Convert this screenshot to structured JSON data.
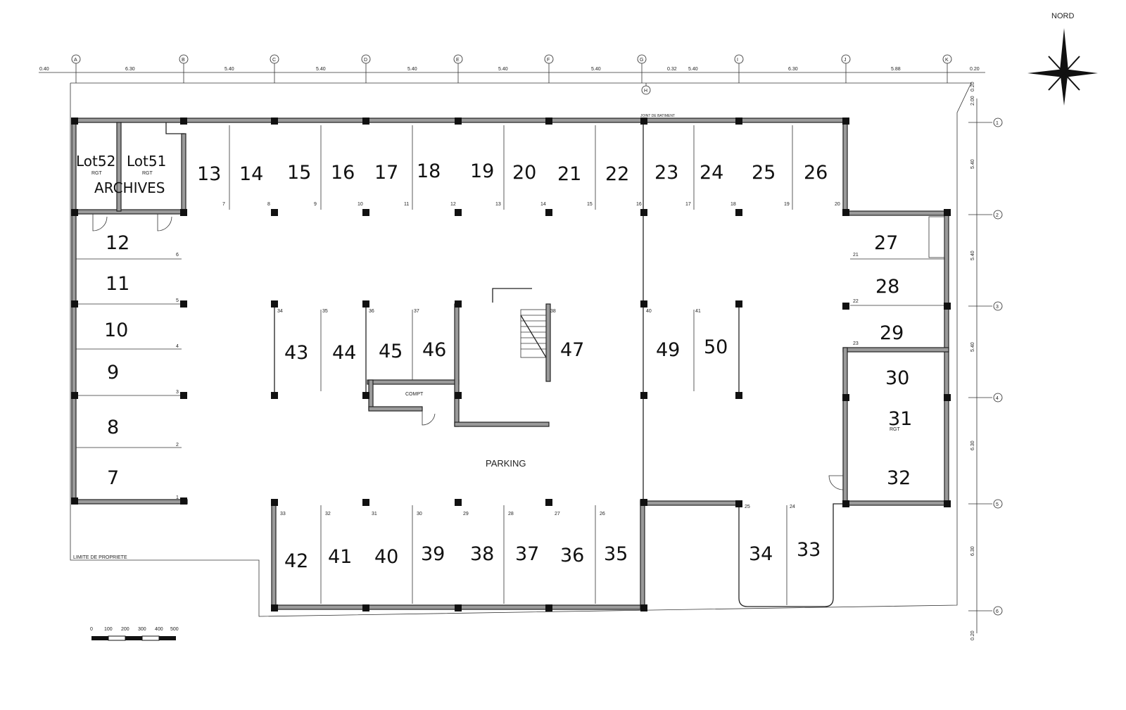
{
  "north": {
    "label": "NORD"
  },
  "grid_columns": [
    "A",
    "B",
    "C",
    "D",
    "E",
    "F",
    "G",
    "H",
    "I",
    "J",
    "K"
  ],
  "grid_rows": [
    "1",
    "2",
    "3",
    "4",
    "5",
    "6"
  ],
  "top_dimensions": [
    "0.40",
    "6.30",
    "5.40",
    "5.40",
    "5.40",
    "5.40",
    "5.40",
    "0.32",
    "5.40",
    "6.30",
    "5.88",
    "0.20"
  ],
  "right_dimensions": [
    "0.20",
    "2.00",
    "5.40",
    "5.40",
    "5.40",
    "6.30",
    "6.30",
    "0.20"
  ],
  "joint_label": "JOINT DE BATIMENT",
  "rooms": {
    "lot52": "Lot52",
    "lot51": "Lot51",
    "rgt1": "RGT",
    "rgt2": "RGT",
    "archives": "ARCHIVES",
    "rgt31": "RGT",
    "compt": "COMPT",
    "parking": "PARKING",
    "limite": "LIMITE DE PROPRIETE"
  },
  "spots": [
    "7",
    "8",
    "9",
    "10",
    "11",
    "12",
    "13",
    "14",
    "15",
    "16",
    "17",
    "18",
    "19",
    "20",
    "21",
    "22",
    "23",
    "24",
    "25",
    "26",
    "27",
    "28",
    "29",
    "30",
    "31",
    "32",
    "33",
    "34",
    "35",
    "36",
    "37",
    "38",
    "39",
    "40",
    "41",
    "42",
    "43",
    "44",
    "45",
    "46",
    "47",
    "49",
    "50"
  ],
  "small_numbers": [
    "1",
    "2",
    "3",
    "4",
    "5",
    "6",
    "7",
    "8",
    "9",
    "10",
    "11",
    "12",
    "13",
    "14",
    "15",
    "16",
    "17",
    "18",
    "19",
    "20",
    "21",
    "22",
    "23",
    "24",
    "25",
    "26",
    "27",
    "28",
    "29",
    "30",
    "31",
    "32",
    "33",
    "34",
    "35",
    "36",
    "37",
    "38",
    "40",
    "41"
  ],
  "scale_bar": {
    "ticks": [
      "0",
      "100",
      "200",
      "300",
      "400",
      "500"
    ]
  }
}
